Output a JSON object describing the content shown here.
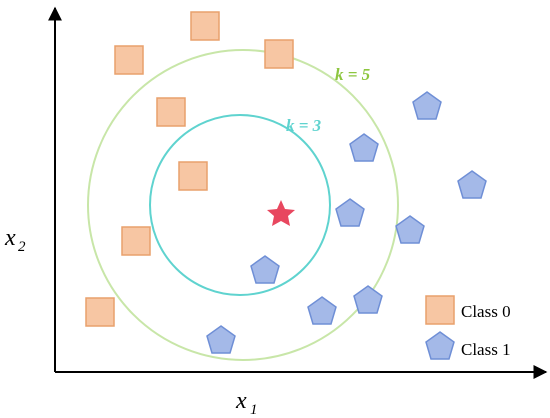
{
  "axes": {
    "x_label_main": "x",
    "x_label_sub": "1",
    "y_label_main": "x",
    "y_label_sub": "2"
  },
  "circles": [
    {
      "label": "k = 5",
      "color": "#c8e6a8"
    },
    {
      "label": "k = 3",
      "color": "#5fd3cf"
    }
  ],
  "circle_label_colors": {
    "k5": "#8dc63f",
    "k3": "#5fd3cf"
  },
  "query": {
    "shape": "star",
    "color": "#e8475f"
  },
  "legend": [
    {
      "label": "Class 0",
      "shape": "square",
      "color": "#f7c6a3",
      "stroke": "#e8a06c"
    },
    {
      "label": "Class 1",
      "shape": "pentagon",
      "color": "#a4b9e8",
      "stroke": "#6f8fd6"
    }
  ],
  "colors": {
    "class0_fill": "#f7c6a3",
    "class0_stroke": "#e8a06c",
    "class1_fill": "#a4b9e8",
    "class1_stroke": "#6f8fd6",
    "axis": "#000000"
  }
}
